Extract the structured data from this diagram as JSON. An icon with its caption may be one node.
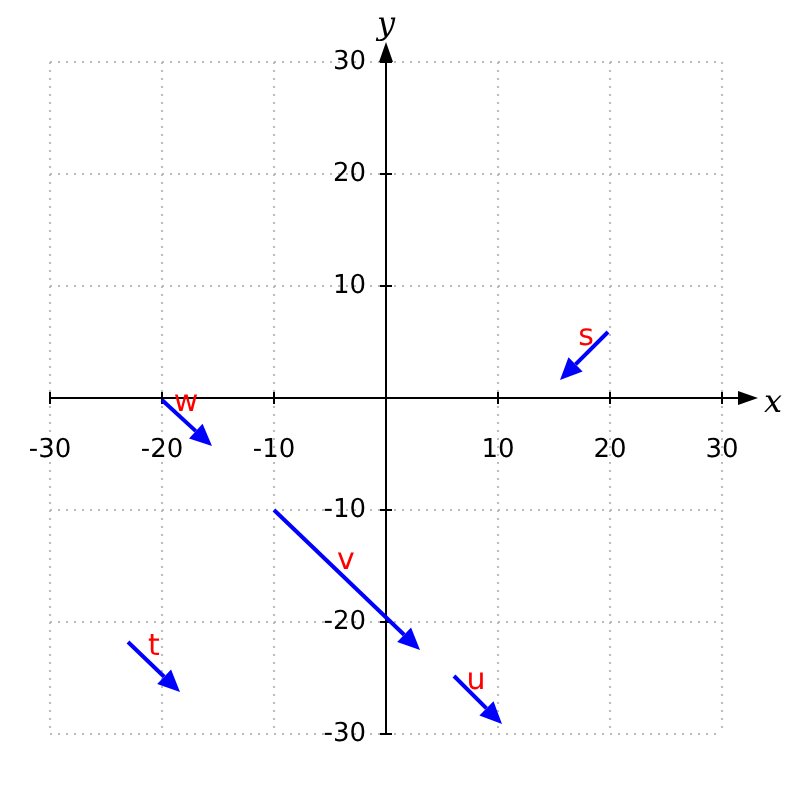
{
  "diagram": {
    "labels": [
      "y",
      "30",
      "20",
      "10",
      "s",
      "w",
      "x",
      "-30",
      "-20",
      "-10",
      "10",
      "20",
      "30",
      "-10",
      "v",
      "-20",
      "t",
      "u",
      "-30"
    ]
  }
}
